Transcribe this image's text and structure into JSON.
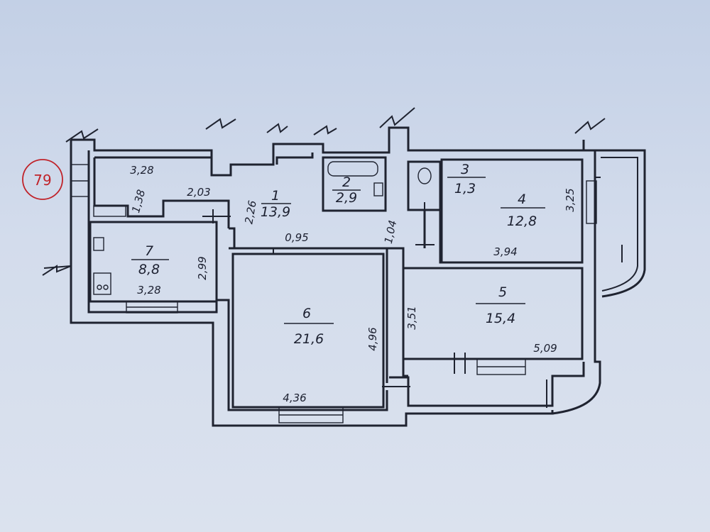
{
  "stamp": {
    "number": "79"
  },
  "rooms": [
    {
      "id": "1",
      "number": "1",
      "area": "13,9"
    },
    {
      "id": "2",
      "number": "2",
      "area": "2,9"
    },
    {
      "id": "3",
      "number": "3",
      "area": "1,3"
    },
    {
      "id": "4",
      "number": "4",
      "area": "12,8"
    },
    {
      "id": "5",
      "number": "5",
      "area": "15,4"
    },
    {
      "id": "6",
      "number": "6",
      "area": "21,6"
    },
    {
      "id": "7",
      "number": "7",
      "area": "8,8"
    }
  ],
  "dimensions": {
    "d_3_28_top": "3,28",
    "d_1_38": "1,38",
    "d_2_03": "2,03",
    "d_2_26": "2,26",
    "d_0_95": "0,95",
    "d_1_04": "1,04",
    "d_2_99": "2,99",
    "d_3_28_bottom": "3,28",
    "d_3_25": "3,25",
    "d_3_94": "3,94",
    "d_3_51": "3,51",
    "d_5_09": "5,09",
    "d_4_96": "4,96",
    "d_4_36": "4,36"
  }
}
